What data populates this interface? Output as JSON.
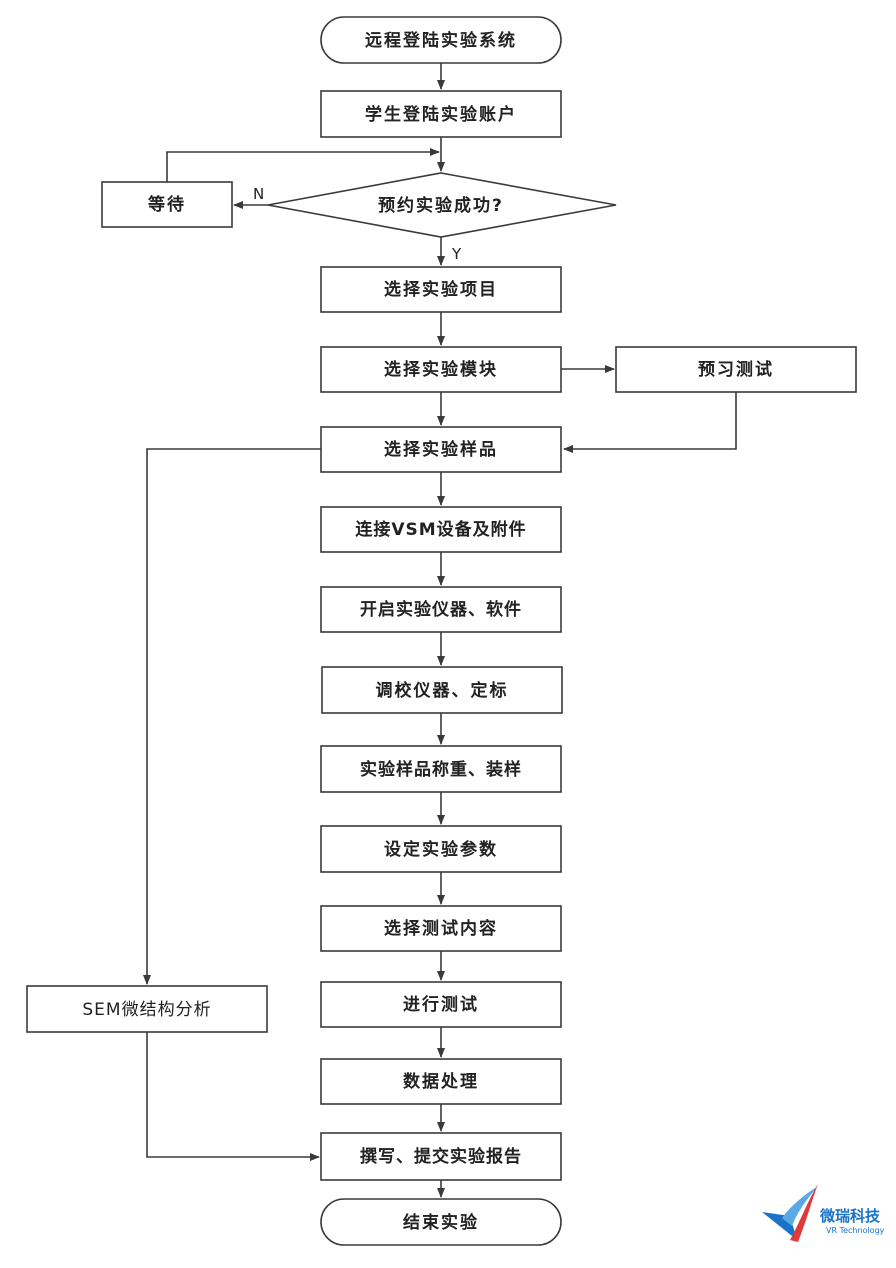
{
  "nodes": {
    "start": "远程登陆实验系统",
    "login": "学生登陆实验账户",
    "wait": "等待",
    "decision": "预约实验成功?",
    "select_project": "选择实验项目",
    "select_module": "选择实验模块",
    "pretest": "预习测试",
    "select_sample": "选择实验样品",
    "connect": "连接VSM设备及附件",
    "start_instrument": "开启实验仪器、软件",
    "calibrate": "调校仪器、定标",
    "weigh": "实验样品称重、装样",
    "set_params": "设定实验参数",
    "select_content": "选择测试内容",
    "run_test": "进行测试",
    "data_processing": "数据处理",
    "sem": "SEM微结构分析",
    "report": "撰写、提交实验报告",
    "end": "结束实验"
  },
  "edge_labels": {
    "no": "N",
    "yes": "Y"
  },
  "logo": {
    "name": "微瑞科技",
    "sub": "VR Technology",
    "color": "#1a73c8"
  }
}
